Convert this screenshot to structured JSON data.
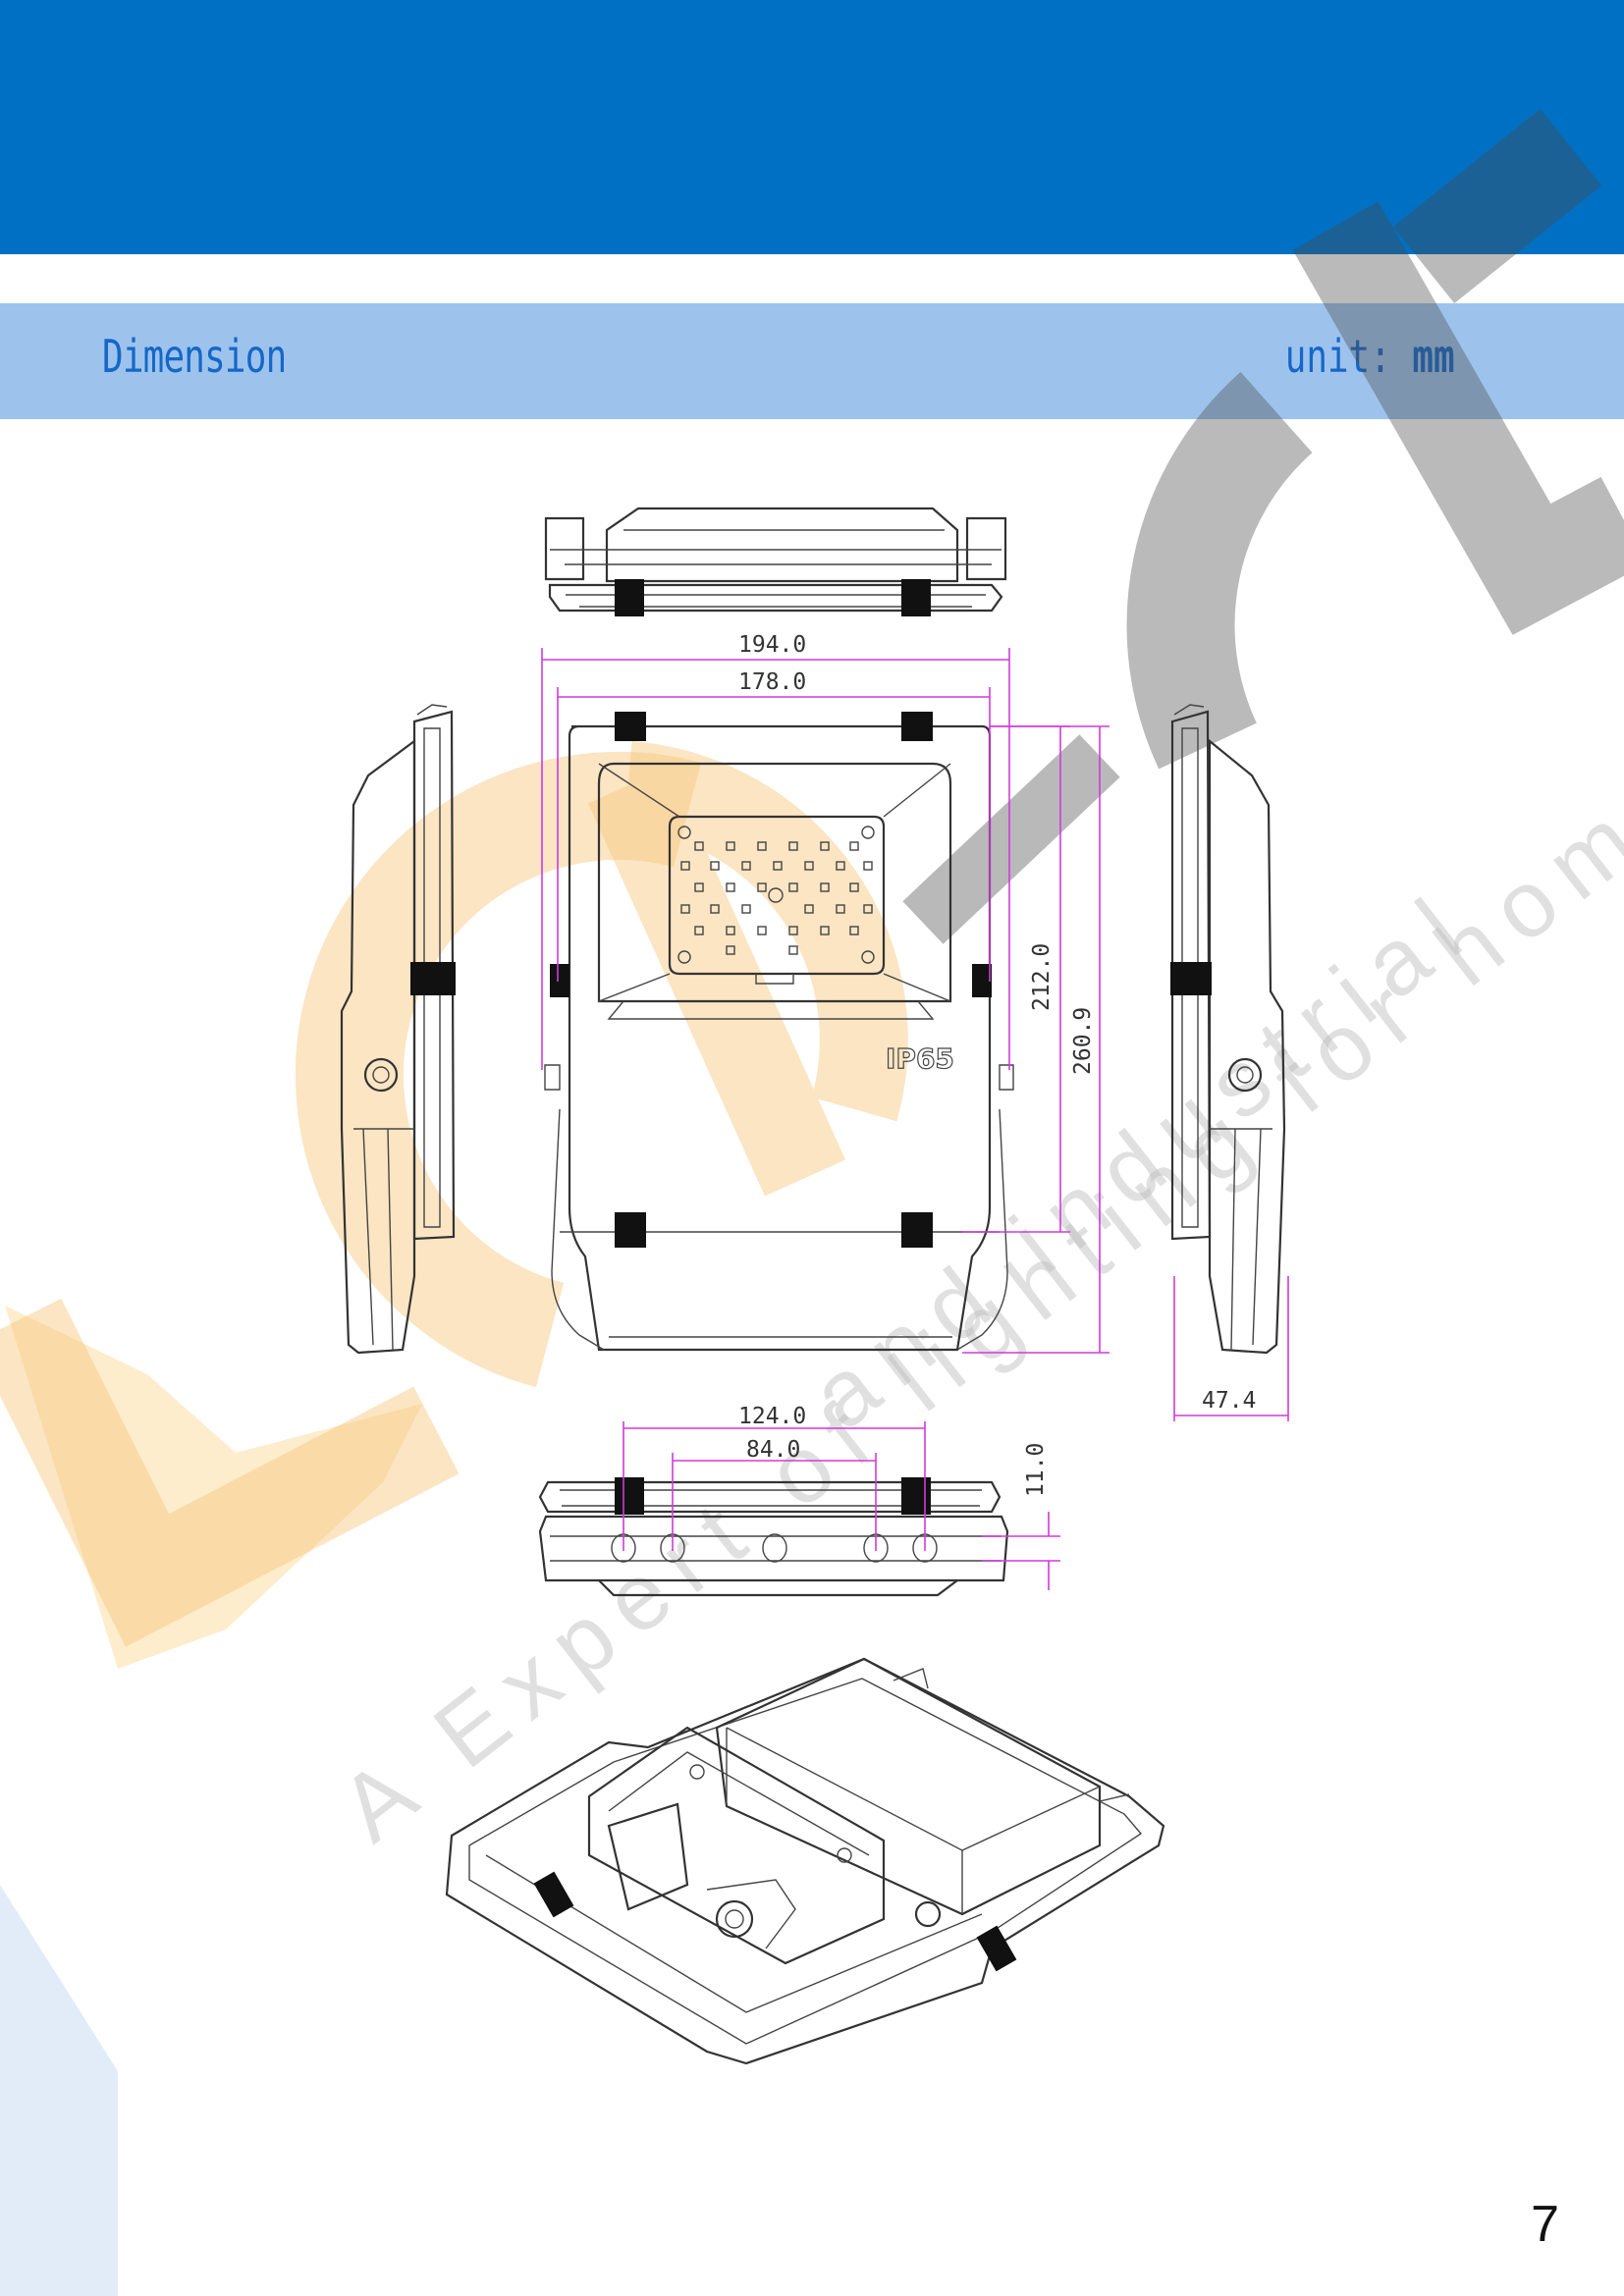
{
  "header": {
    "section_title": "Dimension",
    "unit_label": "unit:",
    "unit_value": "mm"
  },
  "drawing": {
    "front_view": {
      "width_outer": "194.0",
      "width_inner": "178.0",
      "height_inner": "212.0",
      "height_outer": "260.9",
      "marking": "IP65"
    },
    "side_view": {
      "depth": "47.4"
    },
    "bottom_view": {
      "hole_spacing_outer": "124.0",
      "hole_spacing_inner": "84.0",
      "height": "11.0"
    }
  },
  "watermark": {
    "logo_letters": "LCDCE",
    "tagline_line1": "A Expert of lighting for home",
    "tagline_line2": "and industrial"
  },
  "colors": {
    "top_banner": "#0070c4",
    "section_band": "#9dc3ec",
    "section_text": "#1567c8",
    "dimension_lines": "#d13adc",
    "watermark_orange": "#f7c57a",
    "watermark_gray": "#4a4a4a"
  },
  "footer": {
    "page_number": "7"
  }
}
